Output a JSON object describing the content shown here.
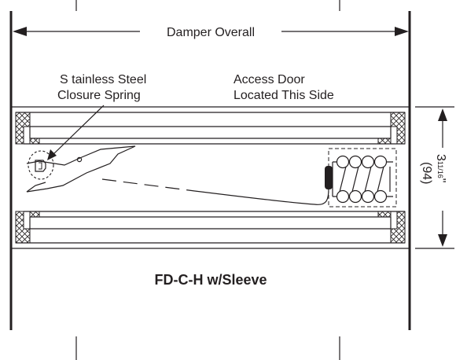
{
  "labels": {
    "overall_dimension": "Damper Overall",
    "spring_line1": "S tainless Steel",
    "spring_line2": "Closure Spring",
    "door_line1": "Access Door",
    "door_line2": "Located This Side",
    "height_imperial": "3",
    "height_fraction": "11/16",
    "height_inch_mark": "\"",
    "height_metric": "(94)",
    "model_title": "FD-C-H  w/Sleeve"
  },
  "colors": {
    "ink": "#231f20",
    "background": "#ffffff"
  }
}
